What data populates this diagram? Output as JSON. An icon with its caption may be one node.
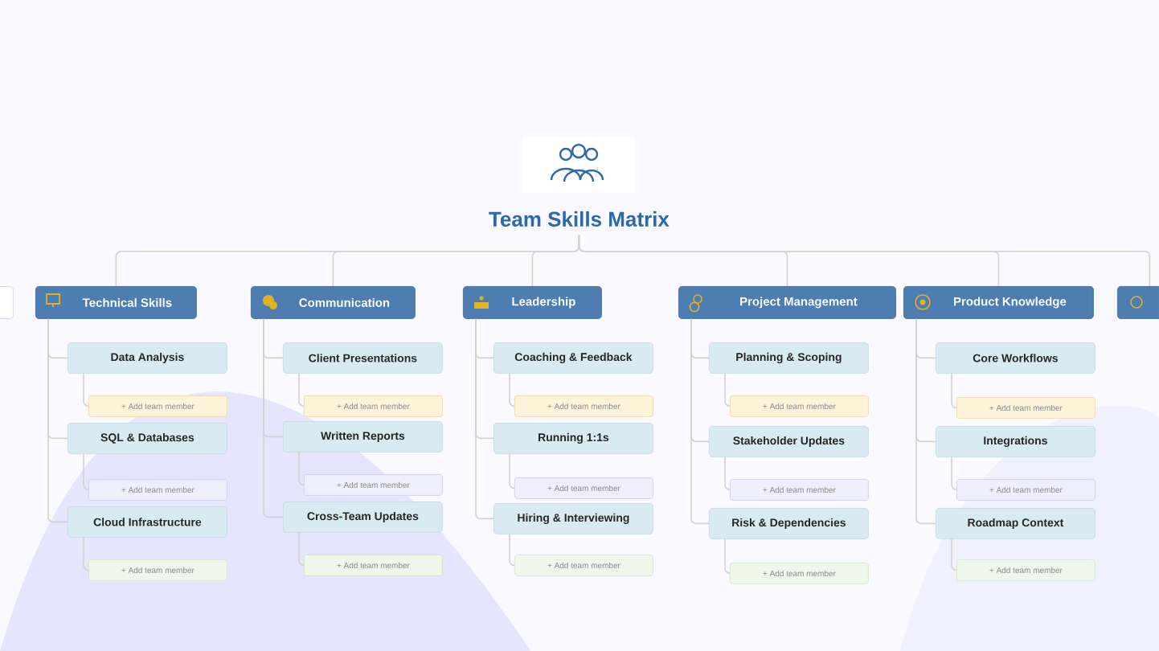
{
  "diagram": {
    "nodes": [
      {
        "text": [
          "Team Skills Matrix"
        ]
      },
      {
        "text": [
          "Technical Skills"
        ]
      },
      {
        "text": [
          "Communication"
        ]
      },
      {
        "text": [
          "Leadership"
        ]
      },
      {
        "text": [
          "Project Management"
        ]
      },
      {
        "text": [
          "Product Knowledge"
        ]
      },
      {
        "text": [
          "Data Analysis"
        ]
      },
      {
        "text": [
          "+ Add team member"
        ]
      },
      {
        "text": [
          "SQL & Databases"
        ]
      },
      {
        "text": [
          "+ Add team member"
        ]
      },
      {
        "text": [
          "Cloud Infrastructure"
        ]
      },
      {
        "text": [
          "+ Add team member"
        ]
      },
      {
        "text": [
          "Client Presentations"
        ]
      },
      {
        "text": [
          "+ Add team member"
        ]
      },
      {
        "text": [
          "Written Reports"
        ]
      },
      {
        "text": [
          "+ Add team member"
        ]
      },
      {
        "text": [
          "Cross-Team Updates"
        ]
      },
      {
        "text": [
          "+ Add team member"
        ]
      },
      {
        "text": [
          "Coaching & Feedback"
        ]
      },
      {
        "text": [
          "+ Add team member"
        ]
      },
      {
        "text": [
          "Running 1:1s"
        ]
      },
      {
        "text": [
          "+ Add team member"
        ]
      },
      {
        "text": [
          "Hiring & Interviewing"
        ]
      },
      {
        "text": [
          "+ Add team member"
        ]
      },
      {
        "text": [
          "Planning & Scoping"
        ]
      },
      {
        "text": [
          "+ Add team member"
        ]
      },
      {
        "text": [
          "Stakeholder Updates"
        ]
      },
      {
        "text": [
          "+ Add team member"
        ]
      },
      {
        "text": [
          "Risk & Dependencies"
        ]
      },
      {
        "text": [
          "+ Add team member"
        ]
      },
      {
        "text": [
          "Core Workflows"
        ]
      },
      {
        "text": [
          "+ Add team member"
        ]
      },
      {
        "text": [
          "Integrations"
        ]
      },
      {
        "text": [
          "+ Add team member"
        ]
      },
      {
        "text": [
          "Roadmap Context"
        ]
      },
      {
        "text": [
          "+ Add team member"
        ]
      },
      {
        "text": [],
        "shape": "box"
      },
      {
        "text": [],
        "shape": "box"
      }
    ],
    "edges": [
      {
        "from": 0,
        "to": 1,
        "arrow": "none"
      },
      {
        "from": 0,
        "to": 2,
        "arrow": "none"
      },
      {
        "from": 0,
        "to": 3,
        "arrow": "none"
      },
      {
        "from": 0,
        "to": 4,
        "arrow": "none"
      },
      {
        "from": 0,
        "to": 5,
        "arrow": "none"
      },
      {
        "from": 0,
        "to": 37,
        "arrow": "none"
      },
      {
        "from": 1,
        "to": 6,
        "arrow": "none"
      },
      {
        "from": 6,
        "to": 7,
        "arrow": "none"
      },
      {
        "from": 1,
        "to": 8,
        "arrow": "none"
      },
      {
        "from": 8,
        "to": 9,
        "arrow": "none"
      },
      {
        "from": 1,
        "to": 10,
        "arrow": "none"
      },
      {
        "from": 10,
        "to": 11,
        "arrow": "none"
      },
      {
        "from": 2,
        "to": 12,
        "arrow": "none"
      },
      {
        "from": 12,
        "to": 13,
        "arrow": "none"
      },
      {
        "from": 2,
        "to": 14,
        "arrow": "none"
      },
      {
        "from": 14,
        "to": 15,
        "arrow": "none"
      },
      {
        "from": 2,
        "to": 16,
        "arrow": "none"
      },
      {
        "from": 16,
        "to": 17,
        "arrow": "none"
      },
      {
        "from": 3,
        "to": 18,
        "arrow": "none"
      },
      {
        "from": 18,
        "to": 19,
        "arrow": "none"
      },
      {
        "from": 3,
        "to": 20,
        "arrow": "none"
      },
      {
        "from": 20,
        "to": 21,
        "arrow": "none"
      },
      {
        "from": 3,
        "to": 22,
        "arrow": "none"
      },
      {
        "from": 22,
        "to": 23,
        "arrow": "none"
      },
      {
        "from": 4,
        "to": 24,
        "arrow": "none"
      },
      {
        "from": 24,
        "to": 25,
        "arrow": "none"
      },
      {
        "from": 4,
        "to": 26,
        "arrow": "none"
      },
      {
        "from": 26,
        "to": 27,
        "arrow": "none"
      },
      {
        "from": 4,
        "to": 28,
        "arrow": "none"
      },
      {
        "from": 28,
        "to": 29,
        "arrow": "none"
      },
      {
        "from": 5,
        "to": 30,
        "arrow": "none"
      },
      {
        "from": 30,
        "to": 31,
        "arrow": "none"
      },
      {
        "from": 5,
        "to": 32,
        "arrow": "none"
      },
      {
        "from": 32,
        "to": 33,
        "arrow": "none"
      },
      {
        "from": 5,
        "to": 34,
        "arrow": "none"
      },
      {
        "from": 34,
        "to": 35,
        "arrow": "none"
      }
    ]
  }
}
